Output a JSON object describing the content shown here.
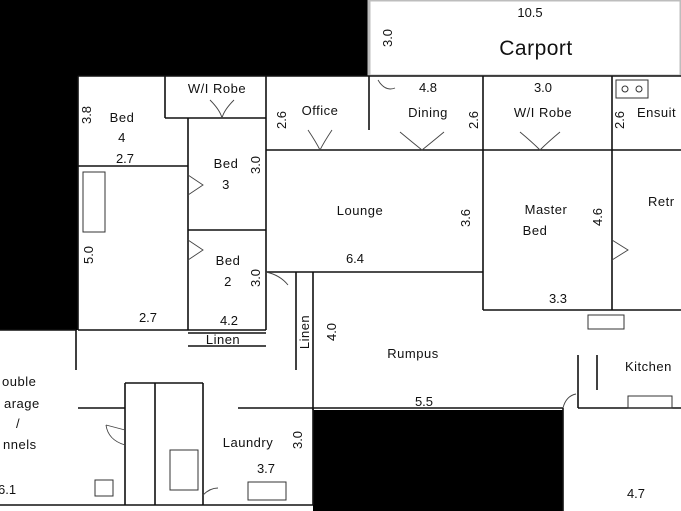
{
  "colors": {
    "background": "#000000",
    "floor": "#ffffff",
    "wall": "#111111",
    "carport_border": "#bdbdbd"
  },
  "rooms": {
    "carport": {
      "name": "Carport",
      "width": "10.5",
      "depth": "3.0"
    },
    "wi_robe_1": {
      "name": "W/I Robe"
    },
    "bed4": {
      "name": "Bed",
      "num": "4",
      "width": "2.7",
      "depth": "3.8"
    },
    "office": {
      "name": "Office",
      "width": "2.6"
    },
    "dining": {
      "name": "Dining",
      "width": "4.8",
      "depth": "2.6"
    },
    "wi_robe_2": {
      "name": "W/I Robe",
      "width": "3.0"
    },
    "ensuite": {
      "name": "Ensuit",
      "width": "2.6"
    },
    "bed3": {
      "name": "Bed",
      "num": "3",
      "depth": "3.0"
    },
    "lounge": {
      "name": "Lounge",
      "width": "6.4",
      "depth": "3.6"
    },
    "master_bed": {
      "name": "Master",
      "name2": "Bed",
      "width": "3.3",
      "depth": "4.6"
    },
    "retreat": {
      "name": "Retr"
    },
    "big_room": {
      "width": "2.7",
      "depth": "5.0"
    },
    "bed2": {
      "name": "Bed",
      "num": "2",
      "width": "4.2",
      "depth": "3.0"
    },
    "linen_h": {
      "name": "Linen"
    },
    "linen_v": {
      "name": "Linen"
    },
    "rumpus": {
      "name": "Rumpus",
      "width": "5.5",
      "depth": "4.0"
    },
    "kitchen": {
      "name": "Kitchen",
      "width": "4.7"
    },
    "garage": {
      "line1": "ouble",
      "line2": "arage",
      "line3": "/",
      "line4": "nnels",
      "width": "6.1"
    },
    "laundry": {
      "name": "Laundry",
      "width": "3.7",
      "depth": "3.0"
    }
  }
}
